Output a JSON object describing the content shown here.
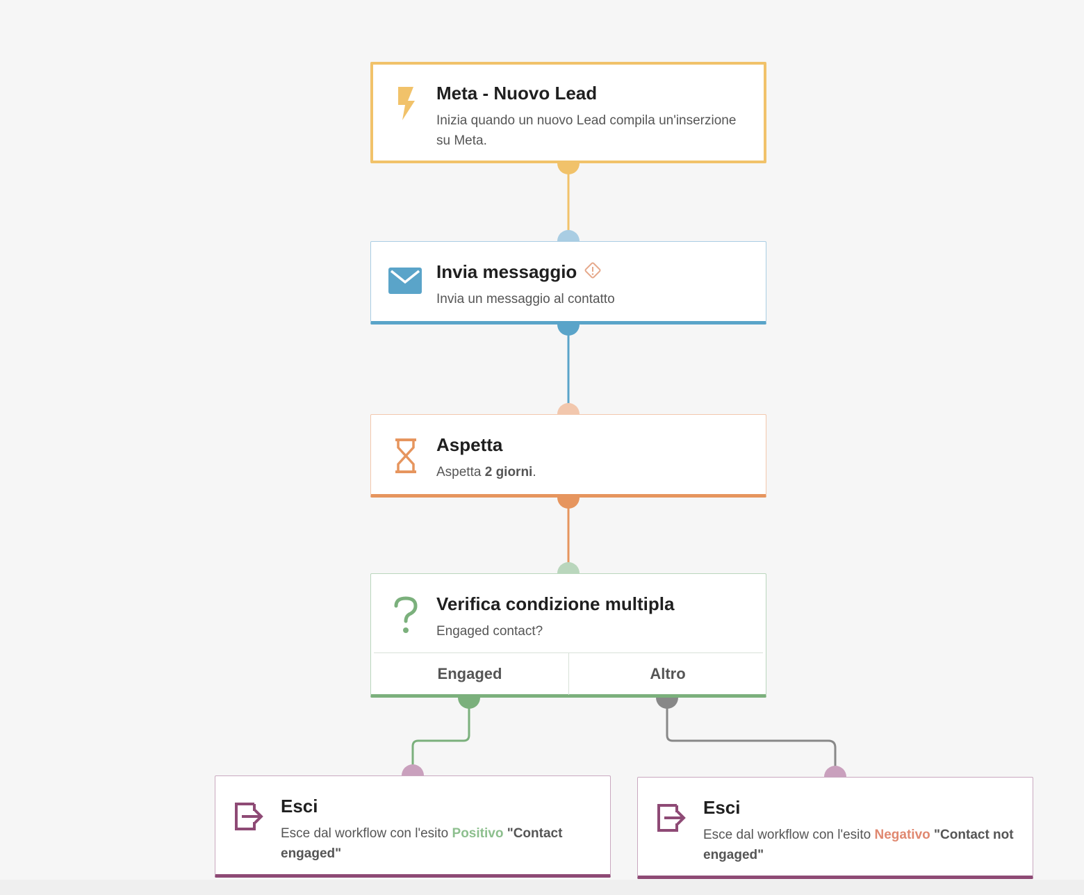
{
  "colors": {
    "trigger": "#f1c26a",
    "send": "#5aa4c9",
    "wait": "#e6955e",
    "condition": "#7bb07c",
    "exit": "#8e4a75",
    "other_branch": "#888888",
    "positive": "#8dbf8e",
    "negative": "#e08870"
  },
  "trigger": {
    "icon": "lightning-icon",
    "title": "Meta - Nuovo Lead",
    "description": "Inizia quando un nuovo Lead compila un'inserzione su Meta."
  },
  "send_message": {
    "icon": "envelope-icon",
    "warning_icon": "warning-diamond-icon",
    "title": "Invia messaggio",
    "description": "Invia un messaggio al contatto"
  },
  "wait": {
    "icon": "hourglass-icon",
    "title": "Aspetta",
    "description_prefix": "Aspetta",
    "duration": "2 giorni",
    "description_suffix": "."
  },
  "condition": {
    "icon": "question-mark-icon",
    "title": "Verifica condizione multipla",
    "description": "Engaged contact?",
    "branches": [
      "Engaged",
      "Altro"
    ]
  },
  "exits": [
    {
      "icon": "exit-icon",
      "title": "Esci",
      "description_prefix": "Esce dal workflow con l'esito",
      "outcome": "Positivo",
      "outcome_label": "\"Contact engaged\""
    },
    {
      "icon": "exit-icon",
      "title": "Esci",
      "description_prefix": "Esce dal workflow con l'esito",
      "outcome": "Negativo",
      "outcome_label": "\"Contact not engaged\""
    }
  ]
}
